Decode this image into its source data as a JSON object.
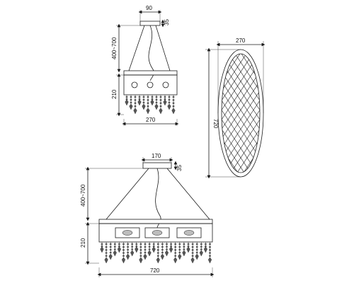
{
  "drawing": {
    "side_view": {
      "dims": {
        "canopy_width": "90",
        "canopy_height": "35",
        "suspension": "400~700",
        "body_height": "210",
        "body_width": "270"
      }
    },
    "top_view": {
      "dims": {
        "width": "270",
        "length": "720"
      }
    },
    "front_view": {
      "dims": {
        "canopy_width": "170",
        "canopy_height": "35",
        "suspension": "400~700",
        "body_height": "210",
        "body_width": "720"
      }
    }
  },
  "colors": {
    "line": "#1a1a1a",
    "crystal": "#555555",
    "bulb": "#bdbdbd"
  }
}
